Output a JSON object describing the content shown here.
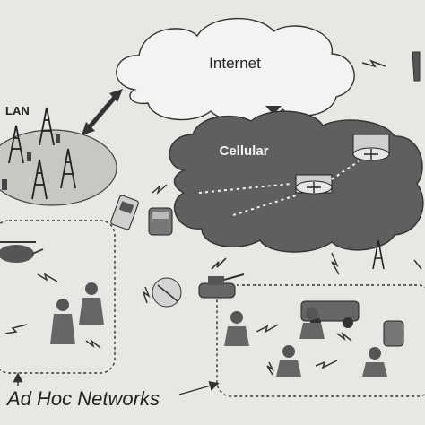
{
  "labels": {
    "internet": "Internet",
    "cellular": "Cellular",
    "wlan": "LAN",
    "adhoc": "Ad Hoc Networks"
  },
  "colors": {
    "background": "#e9e7e4",
    "internet_cloud": "#f4f3f1",
    "cellular_cloud": "#5f5f5f",
    "wlan_ellipse": "#c9c7c3",
    "ink": "#2a2a2a"
  }
}
